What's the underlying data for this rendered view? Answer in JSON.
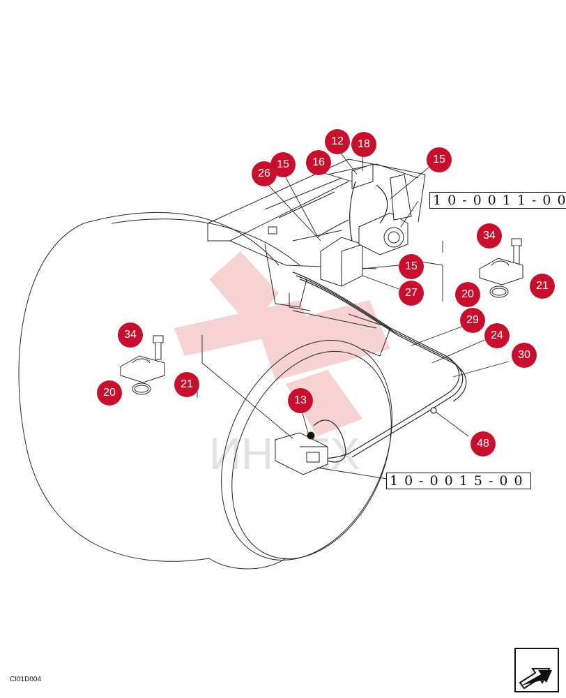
{
  "callouts": [
    {
      "label": "12"
    },
    {
      "label": "18"
    },
    {
      "label": "16"
    },
    {
      "label": "15"
    },
    {
      "label": "26"
    },
    {
      "label": "15"
    },
    {
      "label": "34"
    },
    {
      "label": "21"
    },
    {
      "label": "20"
    },
    {
      "label": "15"
    },
    {
      "label": "27"
    },
    {
      "label": "29"
    },
    {
      "label": "24"
    },
    {
      "label": "30"
    },
    {
      "label": "34"
    },
    {
      "label": "20"
    },
    {
      "label": "21"
    },
    {
      "label": "13"
    },
    {
      "label": "48"
    }
  ],
  "references": [
    {
      "text": "10-0011-00"
    },
    {
      "text": "10-0015-00"
    }
  ],
  "drawing_code": "CI01D004",
  "watermark_text": "ИНТЕХ",
  "colors": {
    "callout": "#c8102e",
    "watermark": "#f0b7b7",
    "line": "#222222"
  },
  "icons": {
    "nav": "arrow-icon"
  }
}
